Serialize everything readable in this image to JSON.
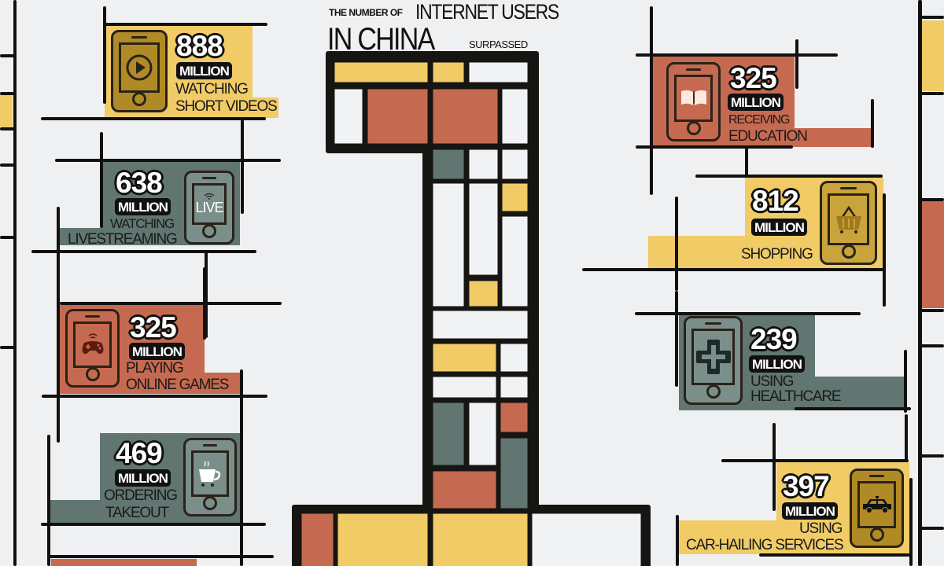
{
  "title": {
    "line1_small": "THE NUMBER OF",
    "line1_big": "INTERNET USERS",
    "line2_big": "IN CHINA",
    "line2_small": "SURPASSED"
  },
  "colors": {
    "yellow": "#f0cb66",
    "rust": "#c56a50",
    "slate": "#617571",
    "background": "#eff0f2"
  },
  "stats": [
    {
      "value": "888",
      "unit": "MILLION",
      "line1": "WATCHING",
      "line2": "SHORT VIDEOS",
      "icon": "play-icon"
    },
    {
      "value": "638",
      "unit": "MILLION",
      "line1": "WATCHING",
      "line2": "LIVESTREAMING",
      "icon": "live-icon",
      "icon_text": "LIVE"
    },
    {
      "value": "325",
      "unit": "MILLION",
      "line1": "PLAYING",
      "line2": "ONLINE GAMES",
      "icon": "gamepad-icon"
    },
    {
      "value": "469",
      "unit": "MILLION",
      "line1": "ORDERING",
      "line2": "TAKEOUT",
      "icon": "coffee-cup-icon"
    },
    {
      "value": "325",
      "unit": "MILLION",
      "line1": "RECEIVING",
      "line2": "EDUCATION",
      "icon": "book-icon"
    },
    {
      "value": "812",
      "unit": "MILLION",
      "line1": "SHOPPING",
      "icon": "basket-icon"
    },
    {
      "value": "239",
      "unit": "MILLION",
      "line1": "USING",
      "line2": "HEALTHCARE",
      "icon": "medical-cross-icon"
    },
    {
      "value": "397",
      "unit": "MILLION",
      "line1": "USING",
      "line2": "CAR-HAILING SERVICES",
      "icon": "taxi-icon"
    }
  ]
}
